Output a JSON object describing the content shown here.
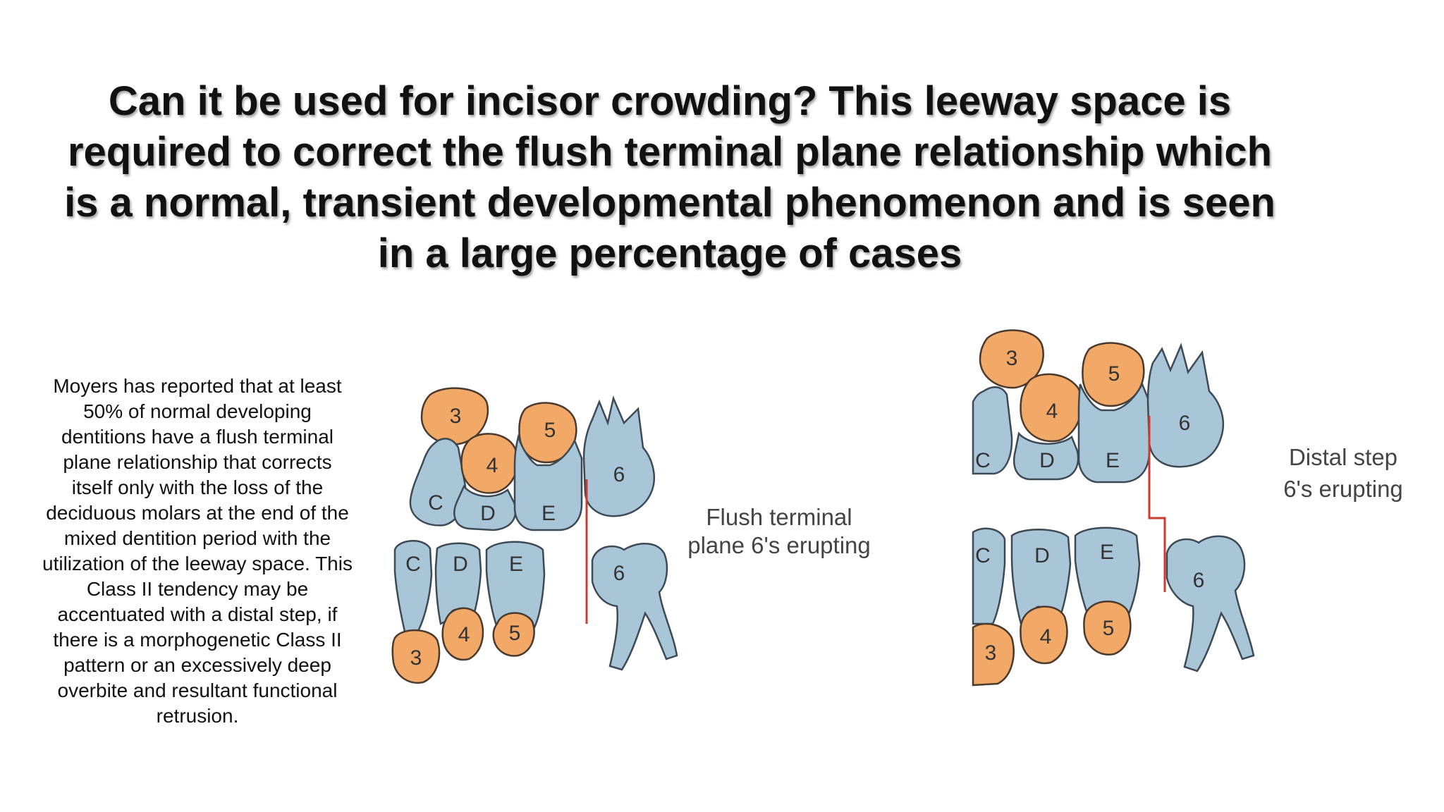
{
  "slide": {
    "title": "Can it be used for incisor crowding? This leeway space is required to correct the flush terminal plane relationship which is a normal, transient developmental phenomenon and is seen in a large percentage of cases",
    "body": "Moyers has reported that at least 50% of normal developing dentitions have a flush terminal plane relationship that corrects itself only with the loss of the deciduous molars at the end of the mixed dentition period with the utilization of the leeway space. This Class II tendency may be accentuated with a distal step, if there is a morphogenetic Class II pattern or an excessively deep overbite and resultant functional retrusion."
  },
  "diagram_flush": {
    "caption_line1": "Flush terminal",
    "caption_line2": "plane 6's erupting",
    "upper_letters": [
      "C",
      "D",
      "E"
    ],
    "lower_letters": [
      "C",
      "D",
      "E"
    ],
    "upper_molar": "6",
    "lower_molar": "6",
    "upper_successors": [
      "3",
      "4",
      "5"
    ],
    "lower_successors": [
      "3",
      "4",
      "5"
    ]
  },
  "diagram_distal": {
    "caption_line1": "Distal step",
    "caption_line2": "6's erupting",
    "upper_letters": [
      "C",
      "D",
      "E"
    ],
    "lower_letters": [
      "C",
      "D",
      "E"
    ],
    "upper_molar": "6",
    "lower_molar": "6",
    "upper_successors": [
      "3",
      "4",
      "5"
    ],
    "lower_successors": [
      "3",
      "4",
      "5"
    ]
  },
  "colors": {
    "deciduous_tooth": "#a9c6d9",
    "successor_tooth": "#f2a867",
    "terminal_plane_line": "#cc3b2f"
  }
}
